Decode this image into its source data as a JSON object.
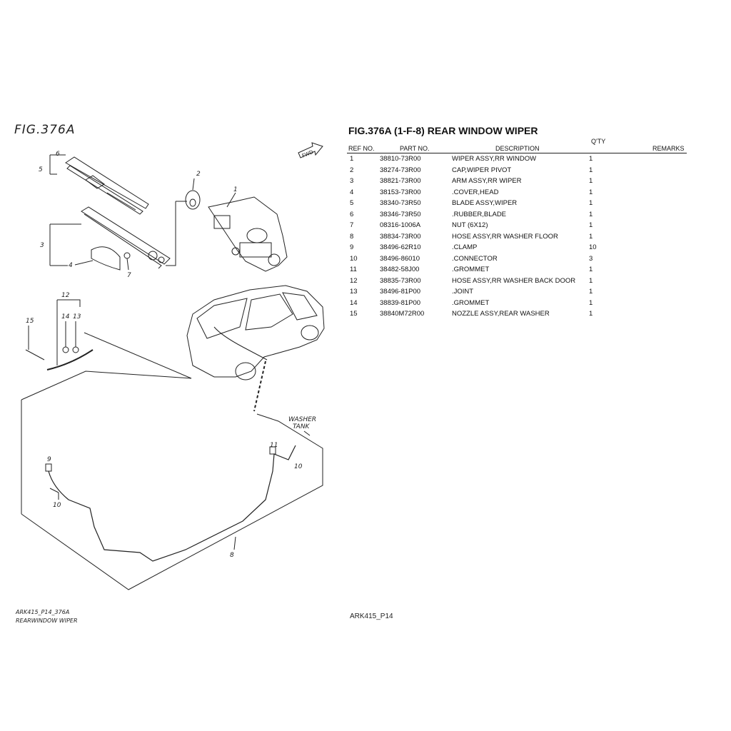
{
  "figure": {
    "label": "FIG.376A",
    "fwd_label": "FWD",
    "washer_tank_label_1": "WASHER",
    "washer_tank_label_2": "TANK",
    "callouts": [
      "1",
      "2",
      "3",
      "4",
      "5",
      "6",
      "7",
      "8",
      "9",
      "10",
      "10",
      "11",
      "12",
      "13",
      "14",
      "15"
    ],
    "footer_line1": "ARK415_P14_376A",
    "footer_line2": "REARWINDOW WIPER"
  },
  "parts_list": {
    "title": "FIG.376A (1-F-8) REAR WINDOW WIPER",
    "headers": {
      "ref_no": "REF NO.",
      "part_no": "PART NO.",
      "description": "DESCRIPTION",
      "qty": "Q'TY",
      "remarks": "REMARKS"
    },
    "rows": [
      {
        "ref": "1",
        "part": "38810-73R00",
        "desc": "WIPER ASSY,RR WINDOW",
        "qty": "1",
        "remarks": ""
      },
      {
        "ref": "2",
        "part": "38274-73R00",
        "desc": "CAP,WIPER PIVOT",
        "qty": "1",
        "remarks": ""
      },
      {
        "ref": "3",
        "part": "38821-73R00",
        "desc": "ARM ASSY,RR WIPER",
        "qty": "1",
        "remarks": ""
      },
      {
        "ref": "4",
        "part": "38153-73R00",
        "desc": ".COVER,HEAD",
        "qty": "1",
        "remarks": ""
      },
      {
        "ref": "5",
        "part": "38340-73R50",
        "desc": "BLADE ASSY,WIPER",
        "qty": "1",
        "remarks": ""
      },
      {
        "ref": "6",
        "part": "38346-73R50",
        "desc": ".RUBBER,BLADE",
        "qty": "1",
        "remarks": ""
      },
      {
        "ref": "7",
        "part": "08316-1006A",
        "desc": "NUT (6X12)",
        "qty": "1",
        "remarks": ""
      },
      {
        "ref": "8",
        "part": "38834-73R00",
        "desc": "HOSE ASSY,RR WASHER FLOOR",
        "qty": "1",
        "remarks": ""
      },
      {
        "ref": "9",
        "part": "38496-62R10",
        "desc": ".CLAMP",
        "qty": "10",
        "remarks": ""
      },
      {
        "ref": "10",
        "part": "38496-86010",
        "desc": ".CONNECTOR",
        "qty": "3",
        "remarks": ""
      },
      {
        "ref": "11",
        "part": "38482-58J00",
        "desc": ".GROMMET",
        "qty": "1",
        "remarks": ""
      },
      {
        "ref": "12",
        "part": "38835-73R00",
        "desc": "HOSE ASSY,RR WASHER BACK DOOR",
        "qty": "1",
        "remarks": ""
      },
      {
        "ref": "13",
        "part": "38496-81P00",
        "desc": ".JOINT",
        "qty": "1",
        "remarks": ""
      },
      {
        "ref": "14",
        "part": "38839-81P00",
        "desc": ".GROMMET",
        "qty": "1",
        "remarks": ""
      },
      {
        "ref": "15",
        "part": "38840M72R00",
        "desc": "NOZZLE ASSY,REAR WASHER",
        "qty": "1",
        "remarks": ""
      }
    ],
    "footer": "ARK415_P14"
  }
}
